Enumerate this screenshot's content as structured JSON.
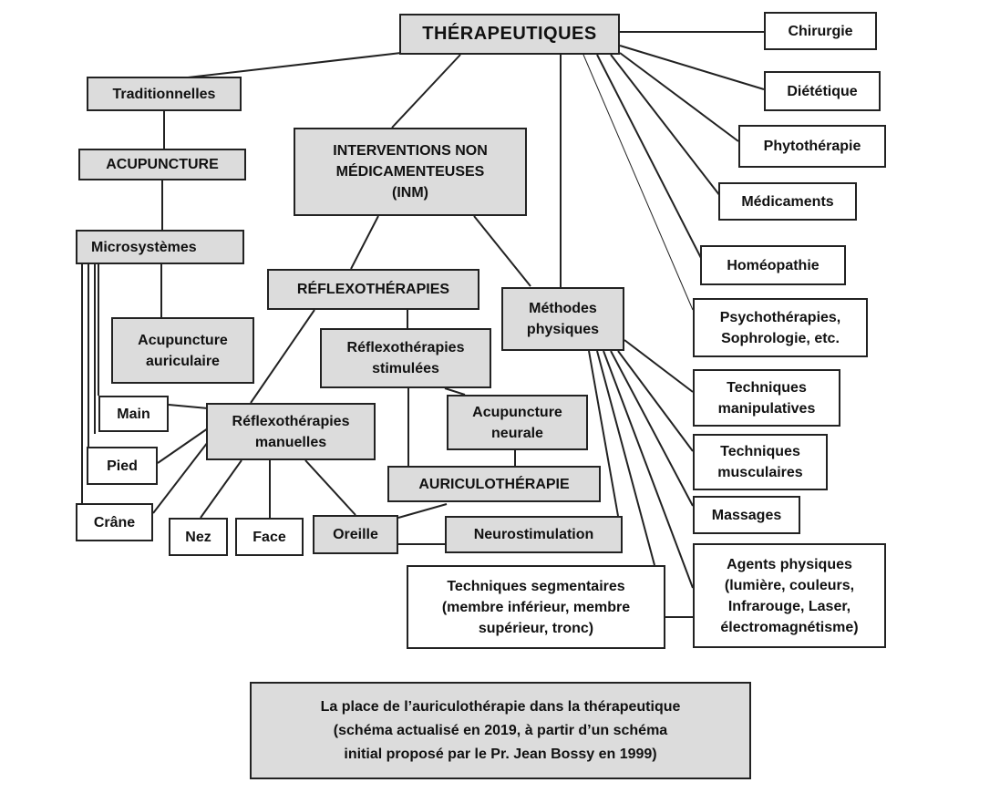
{
  "nodes": {
    "therapeutiques": "THÉRAPEUTIQUES",
    "traditionnelles": "Traditionnelles",
    "acupuncture": "ACUPUNCTURE",
    "microsystemes": "Microsystèmes",
    "acupuncture_auriculaire": "Acupuncture\nauriculaire",
    "main": "Main",
    "pied": "Pied",
    "crane": "Crâne",
    "inm": "INTERVENTIONS NON\nMÉDICAMENTEUSES\n(INM)",
    "reflexotherapies": "RÉFLEXOTHÉRAPIES",
    "reflexo_stimulees": "Réflexothérapies\nstimulées",
    "reflexo_manuelles": "Réflexothérapies\nmanuelles",
    "nez": "Nez",
    "face": "Face",
    "oreille": "Oreille",
    "acupuncture_neurale": "Acupuncture\nneurale",
    "auriculotherapie": "AURICULOTHÉRAPIE",
    "neurostimulation": "Neurostimulation",
    "techniques_segmentaires": "Techniques segmentaires\n(membre inférieur, membre\nsupérieur, tronc)",
    "methodes_physiques": "Méthodes\nphysiques",
    "chirurgie": "Chirurgie",
    "dietetique": "Diététique",
    "phytotherapie": "Phytothérapie",
    "medicaments": "Médicaments",
    "homeopathie": "Homéopathie",
    "psychotherapies": "Psychothérapies,\nSophrologie, etc.",
    "techniques_manipulatives": "Techniques\nmanipulatives",
    "techniques_musculaires": "Techniques\nmusculaires",
    "massages": "Massages",
    "agents_physiques": "Agents physiques\n(lumière, couleurs,\nInfrarouge, Laser,\nélectromagnétisme)"
  },
  "caption": {
    "line1": "La place de l’auriculothérapie  dans la thérapeutique",
    "line2": "(schéma  actualisé  en 2019,  à  partir d’un  schéma",
    "line3": "initial  proposé  par le Pr. Jean Bossy en 1999)"
  },
  "colors": {
    "gray_fill": "#dcdcdc",
    "white_fill": "#ffffff",
    "border": "#222222"
  }
}
